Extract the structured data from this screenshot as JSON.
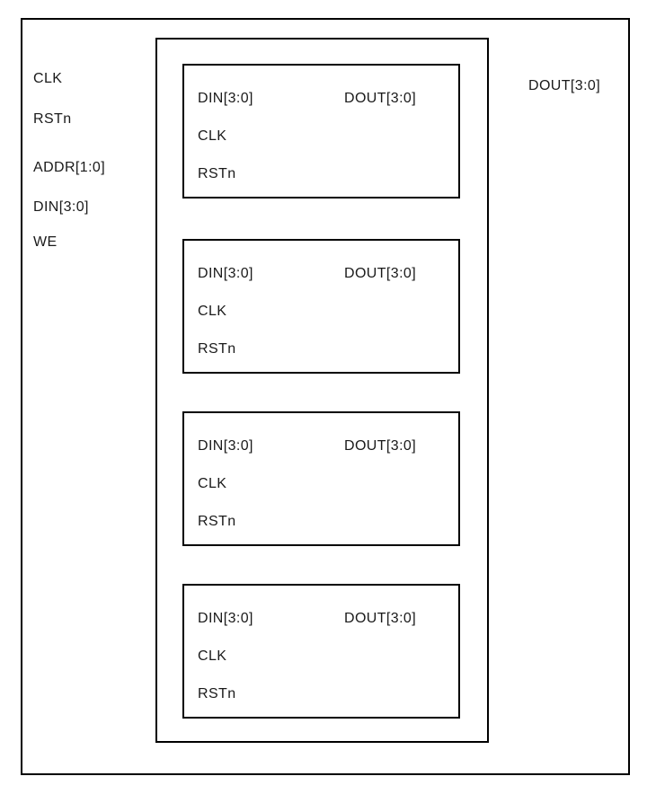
{
  "diagram": {
    "inputs": [
      {
        "label": "CLK"
      },
      {
        "label": "RSTn"
      },
      {
        "label": "ADDR[1:0]"
      },
      {
        "label": "DIN[3:0]"
      },
      {
        "label": "WE"
      }
    ],
    "output": {
      "label": "DOUT[3:0]"
    },
    "blocks": [
      {
        "din": "DIN[3:0]",
        "dout": "DOUT[3:0]",
        "clk": "CLK",
        "rstn": "RSTn"
      },
      {
        "din": "DIN[3:0]",
        "dout": "DOUT[3:0]",
        "clk": "CLK",
        "rstn": "RSTn"
      },
      {
        "din": "DIN[3:0]",
        "dout": "DOUT[3:0]",
        "clk": "CLK",
        "rstn": "RSTn"
      },
      {
        "din": "DIN[3:0]",
        "dout": "DOUT[3:0]",
        "clk": "CLK",
        "rstn": "RSTn"
      }
    ],
    "colors": {
      "line": "#000000",
      "background": "#ffffff",
      "text": "#1a1a1a"
    }
  }
}
